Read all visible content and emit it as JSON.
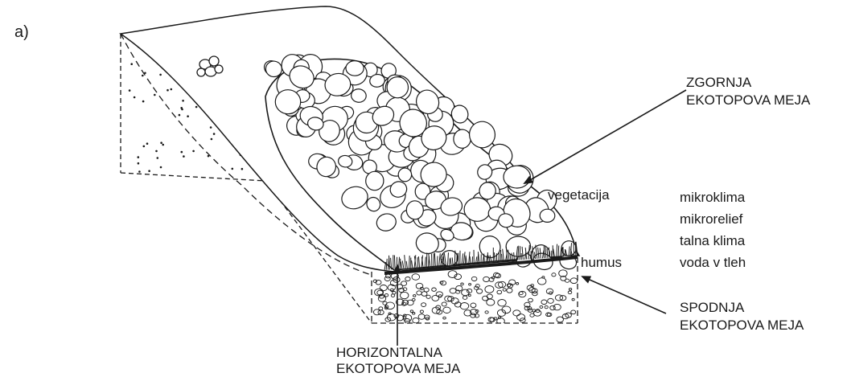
{
  "panel_label": "a)",
  "labels": {
    "upper_boundary": [
      "ZGORNJA",
      "EKOTOPOVA MEJA"
    ],
    "lower_boundary": [
      "SPODNJA",
      "EKOTOPOVA MEJA"
    ],
    "horizontal_boundary": [
      "HORIZONTALNA",
      "EKOTOPOVA MEJA"
    ],
    "vegetation": "vegetacija",
    "humus": "humus",
    "factors": [
      "mikroklima",
      "mikrorelief",
      "talna klima",
      "voda v tleh"
    ]
  },
  "colors": {
    "ink": "#1a1a1a",
    "background": "#ffffff"
  }
}
